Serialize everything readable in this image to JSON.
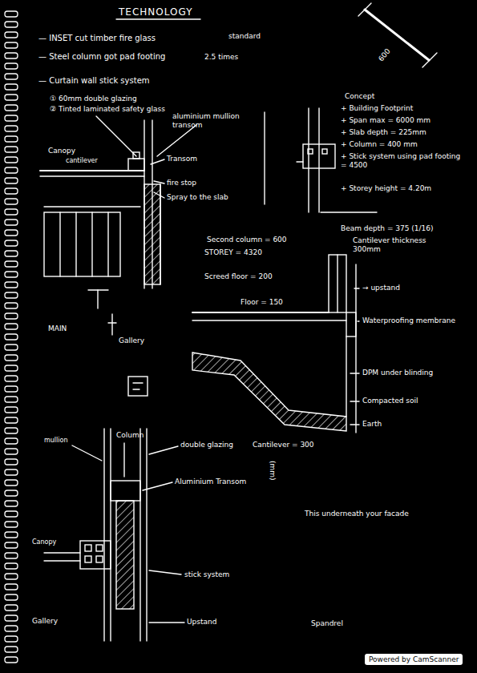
{
  "diagram": {
    "title": "TECHNOLOGY",
    "nodes": [
      {
        "text": [
          "Powered by CamScanner"
        ]
      }
    ],
    "labels": [
      "— INSET cut timber fire glass",
      "standard",
      "— Steel column got pad footing",
      "2.5 times",
      "— Curtain wall stick system",
      "① 60mm double glazing",
      "② Tinted laminated safety glass",
      "aluminium mullion transom",
      "Canopy",
      "cantilever",
      "Transom",
      "fire stop",
      "Spray to the slab",
      "MAIN",
      "Gallery",
      "Concept",
      "+ Building Footprint",
      "+ Span max = 6000 mm",
      "+ Slab depth = 225mm",
      "+ Column = 400 mm",
      "+ Stick system using pad footing = 4500",
      "+ Storey height = 4.20m",
      "Beam depth = 375 (1/16)",
      "Second column = 600",
      "Cantilever thickness 300mm",
      "STOREY = 4320",
      "Screed floor = 200",
      "Floor = 150",
      "→ upstand",
      "Waterproofing membrane",
      "DPM under blinding",
      "Compacted soil",
      "Earth",
      "This underneath your facade",
      "mullion",
      "Column",
      "double glazing",
      "Cantilever = 300",
      "Aluminium Transom",
      "(mm)",
      "stick system",
      "Canopy",
      "Gallery",
      "Upstand",
      "Spandrel",
      "600"
    ]
  }
}
